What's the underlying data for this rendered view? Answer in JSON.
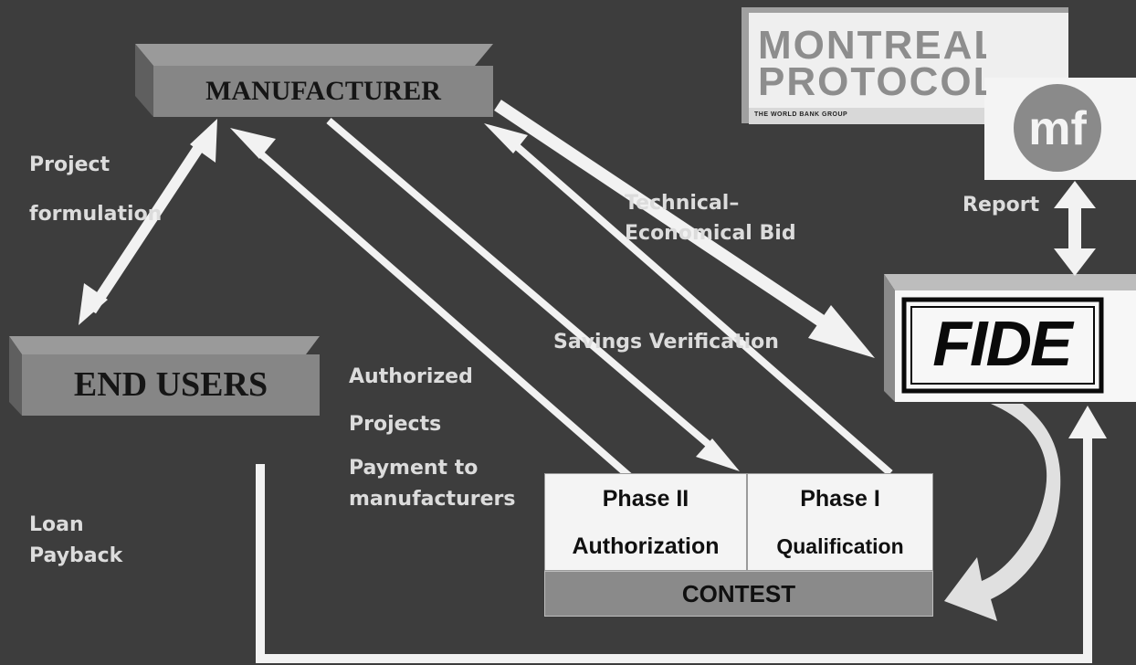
{
  "nodes": {
    "manufacturer": "MANUFACTURER",
    "end_users": "END USERS",
    "fide": "FIDE",
    "phase_ii": {
      "line1": "Phase II",
      "line2": "Authorization"
    },
    "phase_i": {
      "line1": "Phase I",
      "line2": "Qualification"
    },
    "contest": "CONTEST"
  },
  "logos": {
    "montreal_protocol": "MONTREAL PROTOCOL",
    "montreal_sub": "THE WORLD BANK GROUP",
    "mf_icon": "mf-logo-icon"
  },
  "labels": {
    "project_formulation_1": "Project",
    "project_formulation_2": "formulation",
    "technical_bid_1": "Technical–",
    "technical_bid_2": "Economical Bid",
    "report": "Report",
    "savings_verification": "Savings Verification",
    "authorized_projects_1": "Authorized",
    "authorized_projects_2": "Projects",
    "payment_1": "Payment to",
    "payment_2": "manufacturers",
    "loan_1": "Loan",
    "loan_2": "Payback"
  },
  "colors": {
    "background": "#3d3d3d",
    "arrow": "#f2f2f2",
    "box": "#7d7d7d"
  }
}
